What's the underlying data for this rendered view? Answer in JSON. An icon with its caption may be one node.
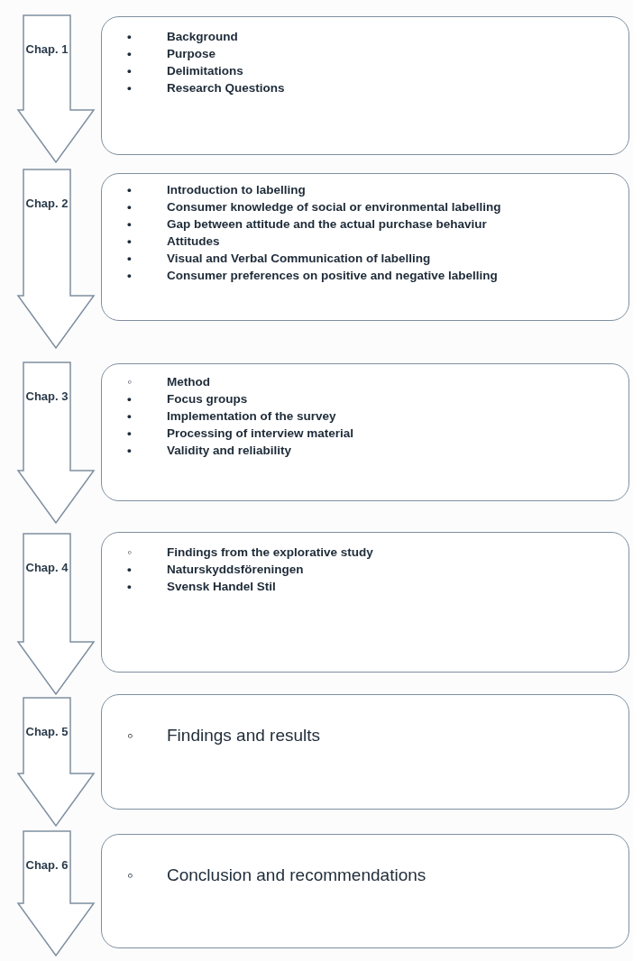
{
  "diagram": {
    "nodes": [
      {
        "text": [
          "Chap. 1"
        ]
      },
      {
        "text": [
          "Background",
          "Purpose",
          "Delimitations",
          "Research Questions"
        ]
      },
      {
        "text": [
          "Chap. 2"
        ]
      },
      {
        "text": [
          "Introduction to labelling",
          "Consumer knowledge of social or environmental labelling",
          "Gap between attitude and the actual purchase behaviur",
          "Attitudes",
          "Visual and Verbal Communication of labelling",
          "Consumer preferences on positive and negative labelling"
        ]
      },
      {
        "text": [
          "Chap. 3"
        ]
      },
      {
        "text": [
          "Method",
          "Focus groups",
          "Implementation of the survey",
          "Processing of interview material",
          "Validity and reliability"
        ]
      },
      {
        "text": [
          "Chap. 4"
        ]
      },
      {
        "text": [
          "Findings from the explorative study",
          "Naturskyddsföreningen",
          "Svensk Handel Stil"
        ]
      },
      {
        "text": [
          "Chap. 5"
        ]
      },
      {
        "text": [
          "Findings and results"
        ]
      },
      {
        "text": [
          "Chap. 6"
        ]
      },
      {
        "text": [
          "Conclusion and recommendations"
        ]
      }
    ],
    "labels": [
      "•",
      "•",
      "•",
      "•",
      "•",
      "•",
      "•",
      "•",
      "•",
      "•",
      "◦",
      "•",
      "•",
      "•",
      "•",
      "◦",
      "•",
      "•",
      "◦",
      "◦"
    ]
  }
}
